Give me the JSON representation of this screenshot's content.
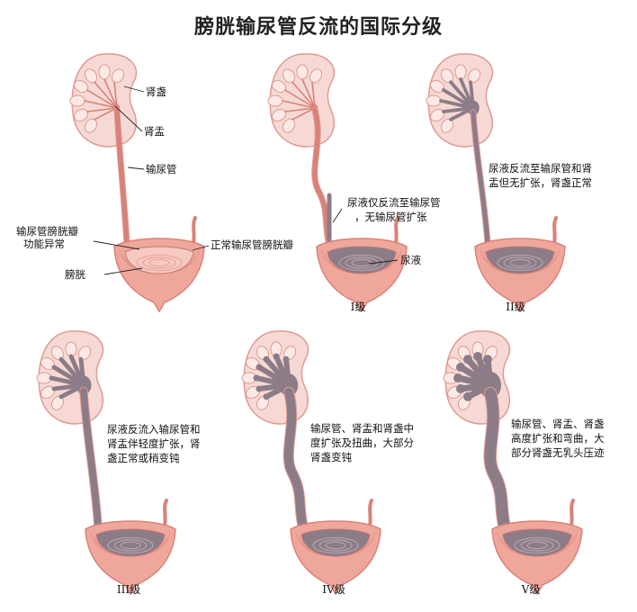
{
  "title": "膀胱输尿管反流的国际分级",
  "panels": [
    {
      "grade": "",
      "labels": {
        "calyx": "肾盏",
        "pelvis": "肾盂",
        "ureter": "输尿管",
        "abnormal_line1": "输尿管膀胱瓣",
        "abnormal_line2": "功能异常",
        "normal_valve": "正常输尿管膀胱瓣",
        "bladder": "膀胱"
      }
    },
    {
      "grade": "I级",
      "description": [
        "尿液仅反流至输尿管",
        "，无输尿管扩张"
      ],
      "urine_label": "尿液"
    },
    {
      "grade": "II级",
      "description": [
        "尿液反流至输尿管和肾",
        "盂但无扩张，肾盏正常"
      ]
    },
    {
      "grade": "III级",
      "description": [
        "尿液反流入输尿管和",
        "肾盂伴轻度扩张，肾",
        "盏正常或稍变钝"
      ]
    },
    {
      "grade": "IV级",
      "description": [
        "输尿管、肾盂和肾盏中",
        "度扩张及扭曲，大部分",
        "肾盏变钝"
      ]
    },
    {
      "grade": "V级",
      "description": [
        "输尿管、肾盂、肾盏",
        "高度扩张和弯曲，大",
        "部分肾盏无乳头压迹"
      ]
    }
  ],
  "colors": {
    "kidney_fill": "#f6d9d4",
    "kidney_stroke": "#e09a92",
    "ureter": "#d98279",
    "urine": "#8c7c88",
    "bladder_wall": "#efa79c",
    "bladder_inner": "#f6c9c1"
  }
}
